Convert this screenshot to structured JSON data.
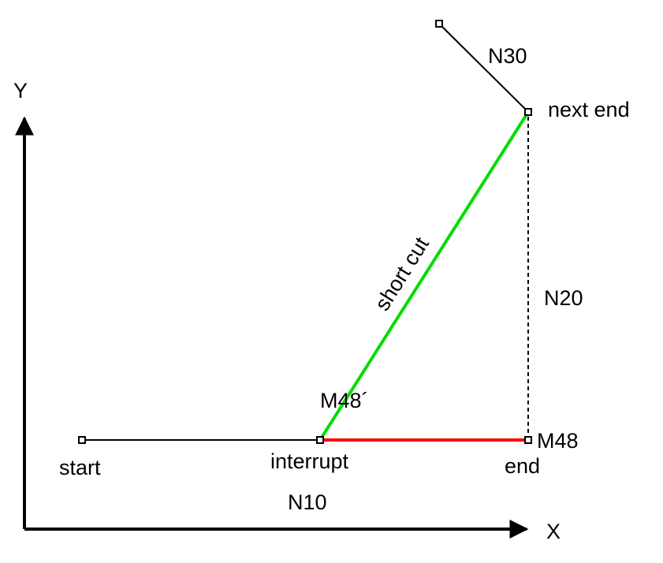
{
  "colors": {
    "axis": "#000000",
    "path": "#000000",
    "interrupted_segment": "#ff0000",
    "short_cut": "#00dd00"
  },
  "axes": {
    "x_label": "X",
    "y_label": "Y"
  },
  "points": {
    "start": "start",
    "interrupt": "interrupt",
    "end": "end",
    "next_end": "next end",
    "m48": "M48",
    "m48_prime": "M48´"
  },
  "segments": {
    "n10": "N10",
    "n20": "N20",
    "n30": "N30",
    "short_cut": "short cut"
  }
}
